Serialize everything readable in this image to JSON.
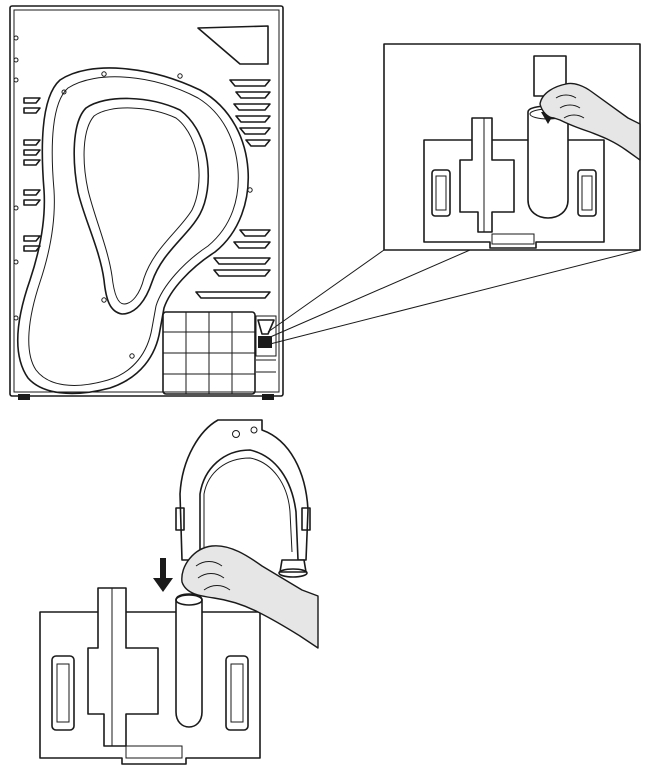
{
  "figure": {
    "panels": [
      "dryer-rear-view",
      "detail-inset",
      "hose-attachment-step"
    ],
    "icons": [
      "dryer-back-panel",
      "condensate-hose",
      "gloved-hand",
      "down-arrow"
    ],
    "colors": {
      "line": "#1a1a1a",
      "glove": "#e6e6e6",
      "background": "#ffffff"
    }
  }
}
